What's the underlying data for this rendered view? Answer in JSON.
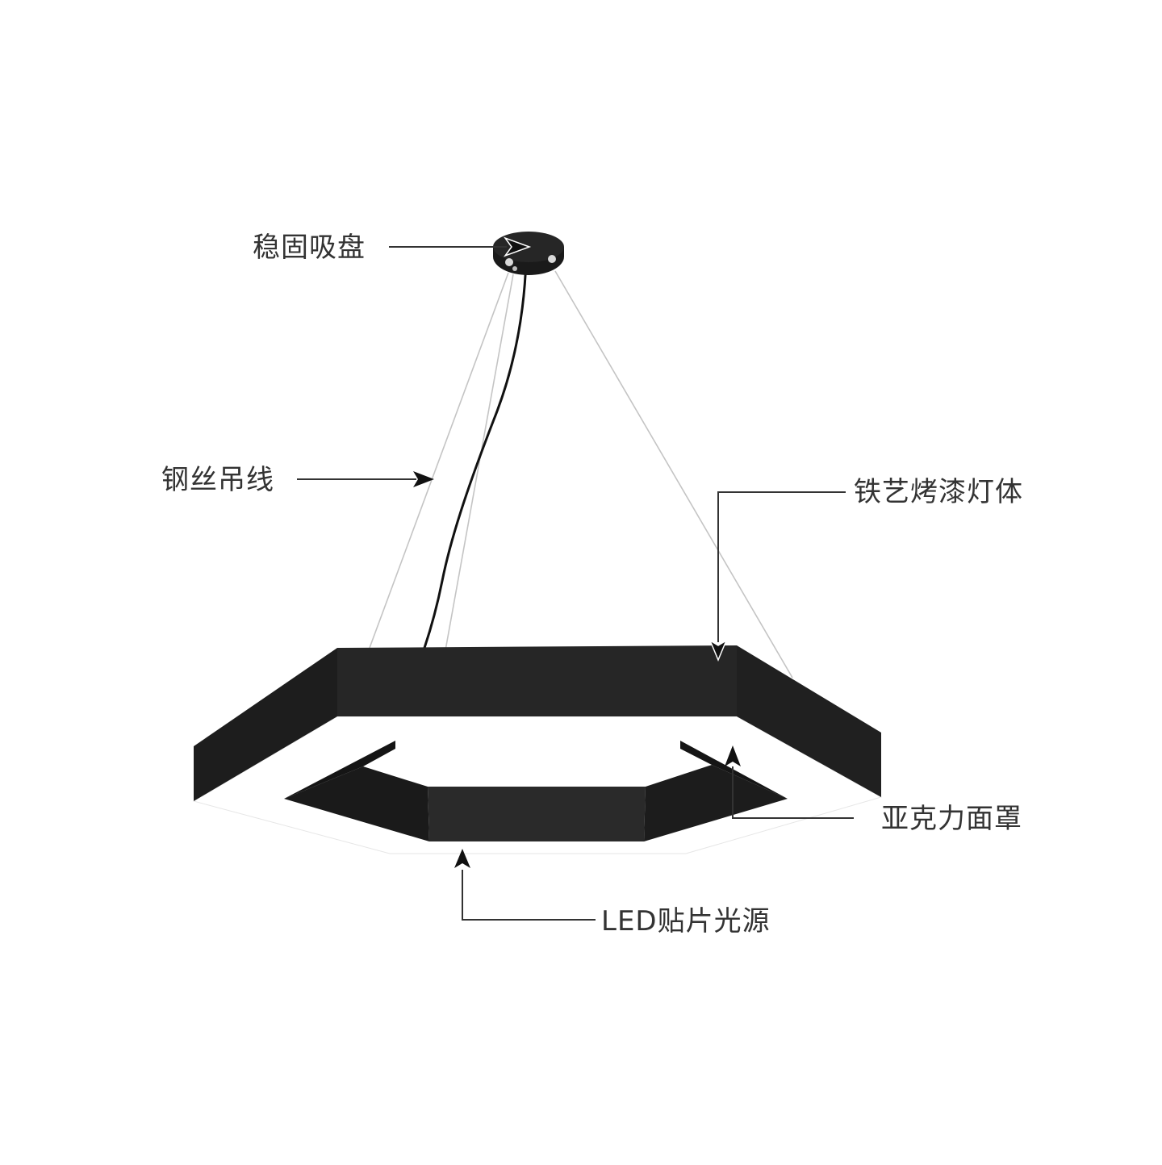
{
  "labels": {
    "ceiling_base": "稳固吸盘",
    "steel_wire": "钢丝吊线",
    "lamp_body": "铁艺烤漆灯体",
    "acrylic_cover": "亚克力面罩",
    "led_source": "LED贴片光源"
  },
  "colors": {
    "background": "#ffffff",
    "lamp_black": "#1e1e1e",
    "lamp_side": "#2b2b2b",
    "diffuser": "#ffffff",
    "wire": "#bdbdbd",
    "cable": "#111111",
    "callout_line": "#333333",
    "text": "#333333"
  }
}
